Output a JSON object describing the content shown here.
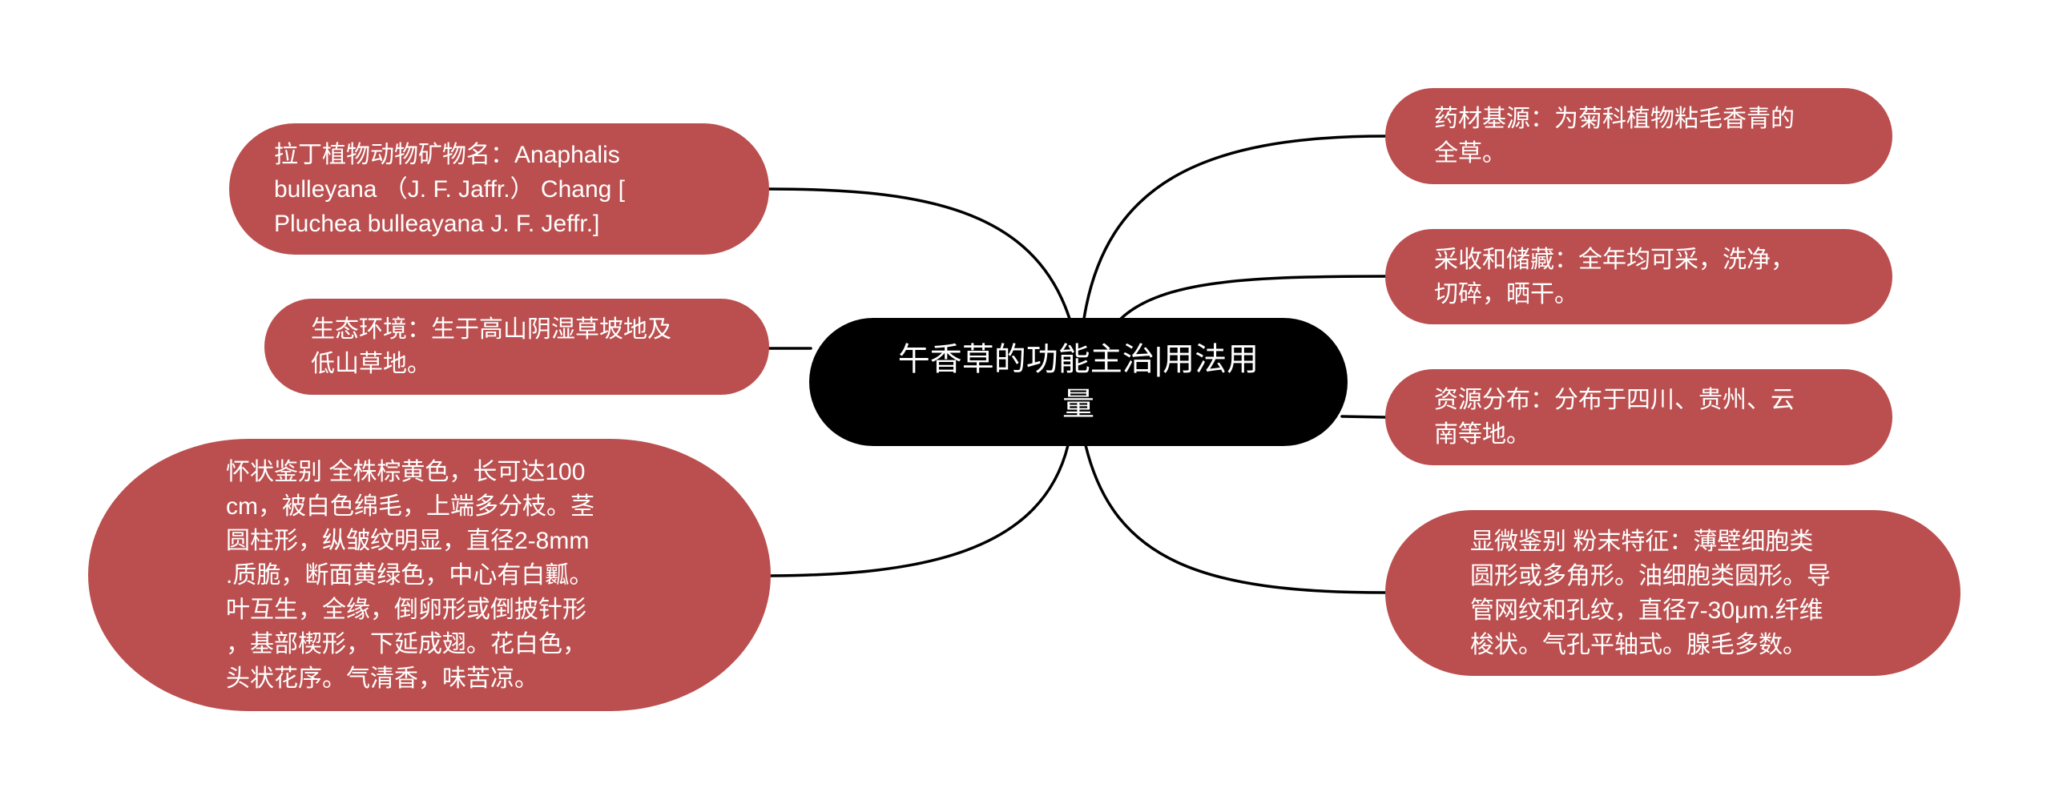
{
  "mindmap": {
    "root": {
      "label": "午香草的功能主治|用法用\n量",
      "color": "#000000"
    },
    "left_branches": [
      {
        "id": "latin-name",
        "text": "拉丁植物动物矿物名：Anaphalis\nbulleyana （J. F. Jaffr.） Chang [\nPluchea bulleayana J. F. Jeffr.]"
      },
      {
        "id": "habitat",
        "text": "生态环境：生于高山阴湿草坡地及\n低山草地。"
      },
      {
        "id": "appearance",
        "text": "怀状鉴别 全株棕黄色，长可达100\ncm，被白色绵毛，上端多分枝。茎\n圆柱形，纵皱纹明显，直径2-8mm\n.质脆，断面黄绿色，中心有白瓤。\n叶互生，全缘，倒卵形或倒披针形\n，基部楔形，下延成翅。花白色，\n头状花序。气清香，味苦凉。"
      }
    ],
    "right_branches": [
      {
        "id": "source",
        "text": "药材基源：为菊科植物粘毛香青的\n全草。"
      },
      {
        "id": "harvest",
        "text": "采收和储藏：全年均可采，洗净，\n切碎，晒干。"
      },
      {
        "id": "distribution",
        "text": "资源分布：分布于四川、贵州、云\n南等地。"
      },
      {
        "id": "microscopic",
        "text": "显微鉴别 粉末特征：薄壁细胞类\n圆形或多角形。油细胞类圆形。导\n管网纹和孔纹，直径7-30μm.纤维\n梭状。气孔平轴式。腺毛多数。"
      }
    ],
    "colors": {
      "branch_fill": "#bb4f4f",
      "branch_text": "#ffffff",
      "root_fill": "#000000",
      "connector": "#000000",
      "background": "#ffffff"
    }
  }
}
